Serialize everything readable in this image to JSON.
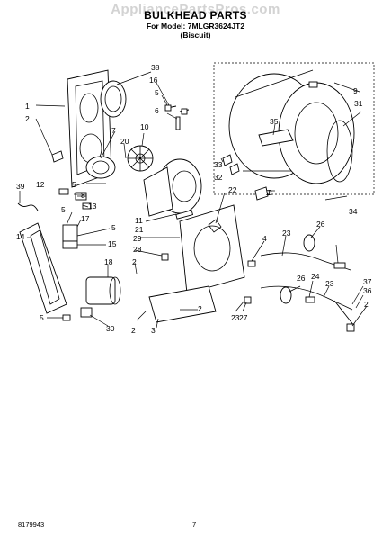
{
  "header": {
    "watermark": "AppliancePartsPros.com",
    "title": "BULKHEAD PARTS",
    "model": "For Model: 7MLGR3624JT2",
    "color": "(Biscuit)"
  },
  "footer": {
    "document_number": "8179943",
    "page_number": "7"
  },
  "callouts": [
    "1",
    "2",
    "2",
    "2",
    "2",
    "2",
    "2",
    "2",
    "3",
    "4",
    "5",
    "5",
    "5",
    "5",
    "5",
    "6",
    "7",
    "8",
    "9",
    "10",
    "11",
    "12",
    "13",
    "14",
    "15",
    "16",
    "17",
    "18",
    "20",
    "21",
    "22",
    "23",
    "23",
    "23",
    "24",
    "26",
    "26",
    "27",
    "28",
    "29",
    "30",
    "31",
    "32",
    "33",
    "34",
    "35",
    "36",
    "37",
    "38",
    "39"
  ]
}
